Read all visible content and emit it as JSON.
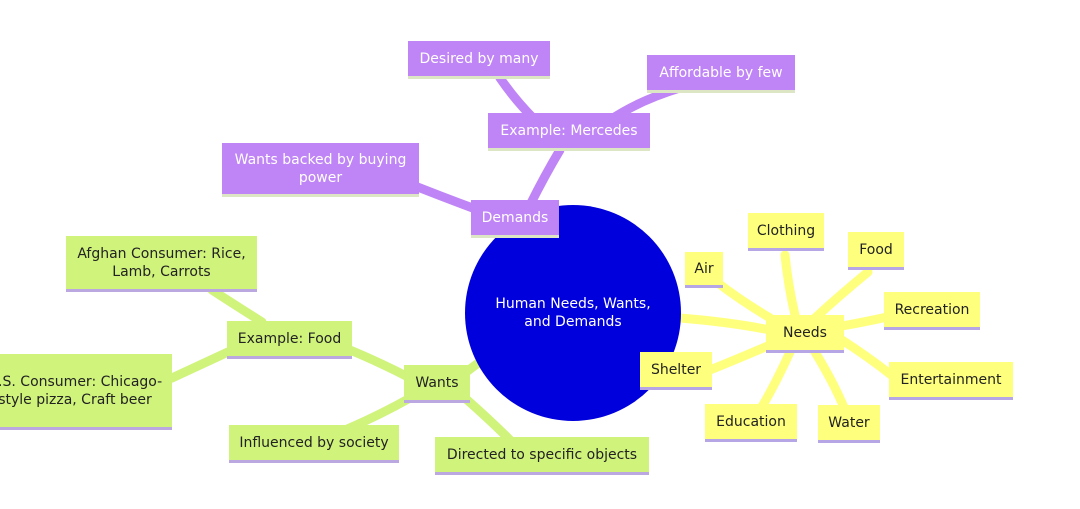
{
  "root": {
    "label": "Human Needs, Wants, and Demands"
  },
  "demands": {
    "label": "Demands",
    "backed": "Wants backed by buying power",
    "example": {
      "label": "Example: Mercedes",
      "desired": "Desired by many",
      "affordable": "Affordable by few"
    }
  },
  "needs": {
    "label": "Needs",
    "items": [
      "Air",
      "Clothing",
      "Food",
      "Recreation",
      "Entertainment",
      "Water",
      "Education",
      "Shelter"
    ]
  },
  "wants": {
    "label": "Wants",
    "example": {
      "label": "Example: Food",
      "afghan": "Afghan Consumer: Rice, Lamb, Carrots",
      "us": "U.S. Consumer: Chicago-style pizza, Craft beer"
    },
    "influenced": "Influenced by society",
    "directed": "Directed to specific objects"
  },
  "colors": {
    "root": "#0000dd",
    "demands_branch": "#bf84f6",
    "wants_branch": "#d0f37c",
    "needs_branch": "#ffff7e"
  }
}
